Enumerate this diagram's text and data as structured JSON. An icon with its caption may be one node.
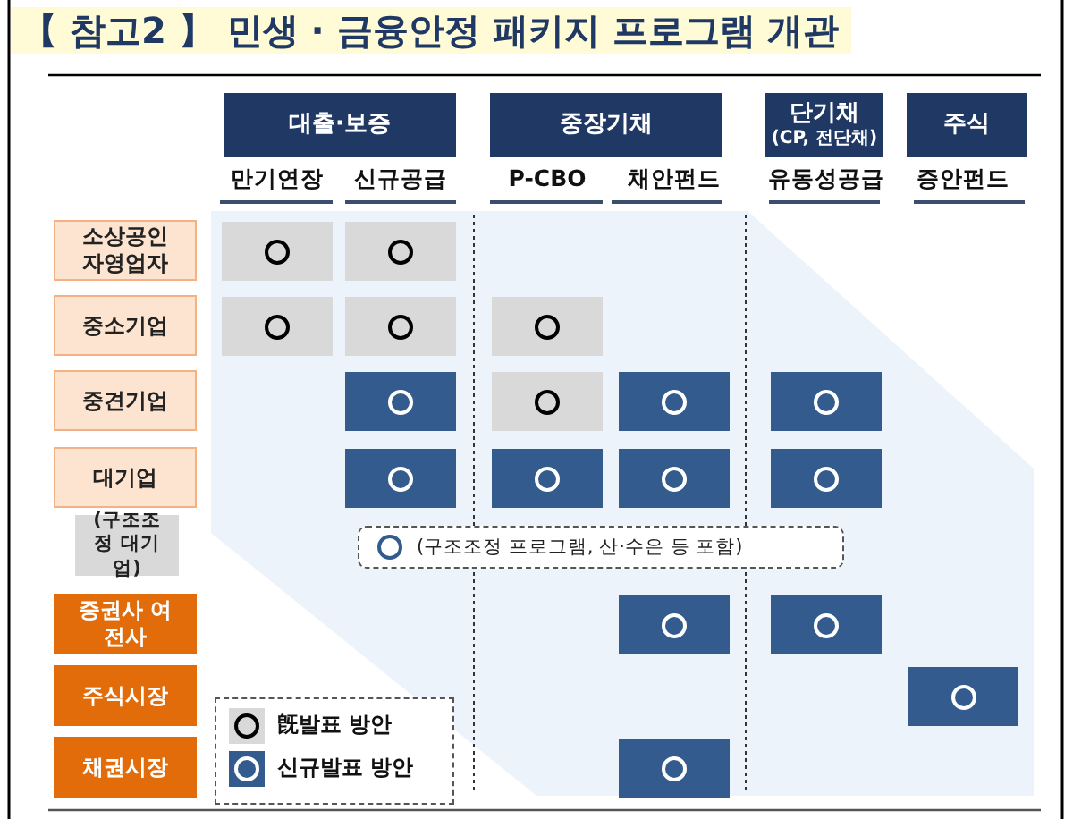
{
  "diagram": {
    "title": "【 참고2 】 민생 · 금융안정 패키지 프로그램 개관",
    "nodes": [
      {
        "text": [
          "대출·보증"
        ]
      },
      {
        "text": [
          "중장기채"
        ]
      },
      {
        "text": [
          "단기채",
          "(CP, 전단채)"
        ]
      },
      {
        "text": [
          "주식"
        ]
      },
      {
        "text": [
          "소상공인 자영업자"
        ]
      },
      {
        "text": [],
        "shape": "box"
      },
      {
        "text": [],
        "shape": "box"
      },
      {
        "text": [
          "중소기업"
        ]
      },
      {
        "text": [],
        "shape": "box"
      },
      {
        "text": [],
        "shape": "box"
      },
      {
        "text": [],
        "shape": "box"
      },
      {
        "text": [
          "중견기업"
        ]
      },
      {
        "text": [],
        "shape": "box"
      },
      {
        "text": [],
        "shape": "box"
      },
      {
        "text": [],
        "shape": "box"
      },
      {
        "text": [],
        "shape": "box"
      },
      {
        "text": [
          "대기업"
        ]
      },
      {
        "text": [],
        "shape": "box"
      },
      {
        "text": [],
        "shape": "box"
      },
      {
        "text": [],
        "shape": "box"
      },
      {
        "text": [],
        "shape": "box"
      },
      {
        "text": [
          "(구조조정 대기업)"
        ]
      },
      {
        "text": [
          "(구조조정 프로그램, 산·수은 등 포함)"
        ]
      },
      {
        "text": [
          "증권사 여전사"
        ]
      },
      {
        "text": [],
        "shape": "box"
      },
      {
        "text": [],
        "shape": "box"
      },
      {
        "text": [
          "주식시장"
        ]
      },
      {
        "text": [],
        "shape": "box"
      },
      {
        "text": [
          "채권시장"
        ]
      },
      {
        "text": [],
        "shape": "box"
      }
    ],
    "labels": [
      "만기연장",
      "신규공급",
      "P-CBO",
      "채안펀드",
      "유동성공급",
      "증안펀드"
    ],
    "legend": [
      {
        "text": "旣발표 방안",
        "color": "#d9d9d9"
      },
      {
        "text": "신규발표 방안",
        "color": "#335b8e"
      }
    ]
  }
}
